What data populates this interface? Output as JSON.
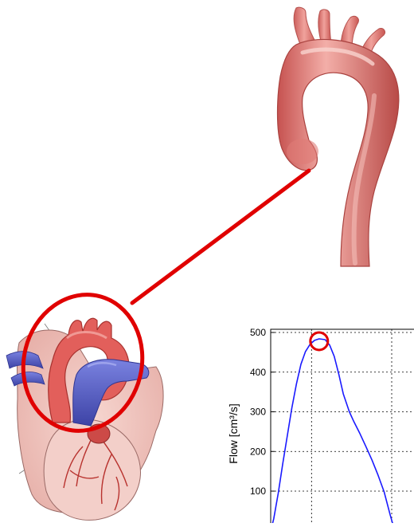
{
  "colors": {
    "aorta_fill": "#e98b86",
    "aorta_shade": "#cc5f5c",
    "aorta_highlight": "#f6c2bd",
    "vein": "#5a62c8",
    "vein_dark": "#3d43a6",
    "heart_fill": "#f2c9c3",
    "heart_vessels": "#b8322e",
    "annotation_red": "#e00000",
    "flow_line": "#1a1aff"
  },
  "icons": {
    "aorta": "aorta-illustration-icon",
    "heart": "heart-illustration-icon"
  },
  "chart_data": {
    "type": "line",
    "title": "",
    "xlabel": "",
    "ylabel": "Flow [cm³/s]",
    "ylim": [
      0,
      500
    ],
    "yticks": [
      100,
      200,
      300,
      400,
      500
    ],
    "yticks_labels": [
      "100",
      "200",
      "300",
      "400",
      "500"
    ],
    "xlim": [
      0,
      1
    ],
    "xgrid": [
      0.27,
      0.8
    ],
    "grid": true,
    "series": [
      {
        "x": [
          0.0,
          0.02,
          0.05,
          0.08,
          0.11,
          0.14,
          0.17,
          0.2,
          0.23,
          0.26,
          0.29,
          0.32,
          0.36,
          0.39,
          0.42,
          0.45,
          0.48,
          0.52,
          0.55,
          0.59,
          0.63,
          0.67,
          0.71,
          0.75,
          0.79,
          0.82
        ],
        "values": [
          0,
          30,
          95,
          170,
          240,
          310,
          370,
          420,
          452,
          470,
          480,
          484,
          482,
          468,
          440,
          395,
          345,
          300,
          275,
          245,
          212,
          178,
          140,
          98,
          40,
          0
        ]
      }
    ],
    "peak_marker": {
      "x": 0.32,
      "y": 478
    }
  }
}
